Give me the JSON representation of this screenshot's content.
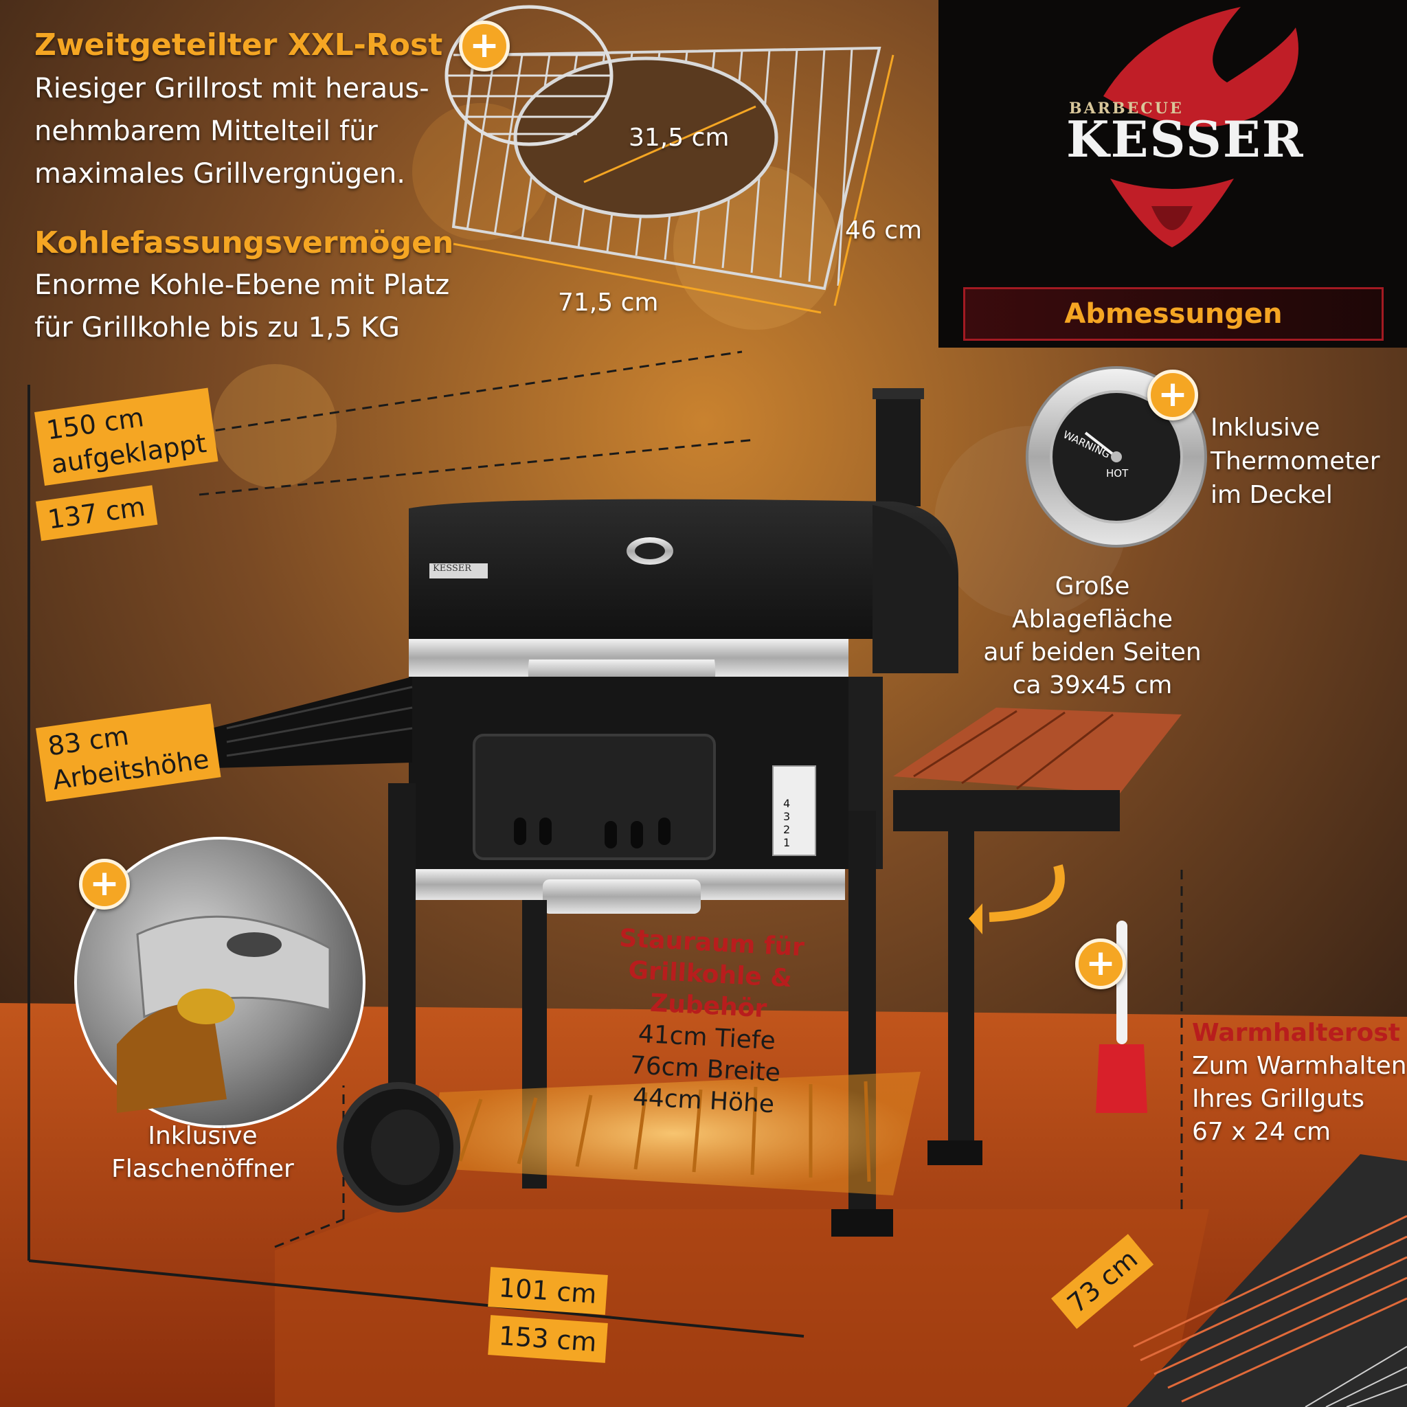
{
  "colors": {
    "accent": "#f5a623",
    "brand_red": "#a31a22",
    "text": "#ffffff"
  },
  "brand": {
    "small": "BARBECUE",
    "big": "KESSER"
  },
  "dimensions_label": "Abmessungen",
  "grate_section": {
    "heading": "Zweitgeteilter XXL-Rost",
    "lines": [
      "Riesiger Grillrost mit heraus-",
      "nehmbarem Mittelteil für",
      "maximales Grillvergnügen."
    ]
  },
  "coal_section": {
    "heading": "Kohlefassungsvermögen",
    "lines": [
      "Enorme Kohle-Ebene mit Platz",
      "für Grillkohle bis zu 1,5 KG"
    ]
  },
  "grate_dims": {
    "center": "31,5 cm",
    "depth": "46 cm",
    "width": "71,5 cm"
  },
  "height_tags": {
    "open_value": "150 cm",
    "open_label": "aufgeklappt",
    "closed": "137 cm",
    "work_value": "83 cm",
    "work_label": "Arbeitshöhe"
  },
  "thermometer": {
    "lines": [
      "Inklusive",
      "Thermometer",
      "im Deckel"
    ],
    "dial_top": "WARNING",
    "dial_bottom": "HOT"
  },
  "shelf": {
    "lines": [
      "Große",
      "Ablagefläche",
      "auf beiden Seiten",
      "ca 39x45 cm"
    ]
  },
  "opener": {
    "lines": [
      "Inklusive",
      "Flaschenöffner"
    ]
  },
  "storage": {
    "title_lines": [
      "Stauraum für",
      "Grillkohle & Zubehör"
    ],
    "specs": [
      "41cm Tiefe",
      "76cm Breite",
      "44cm Höhe"
    ]
  },
  "warming_rack": {
    "title": "Warmhalterost",
    "lines": [
      "Zum Warmhalten",
      "Ihres Grillguts",
      "67 x 24 cm"
    ]
  },
  "base_dims": {
    "inner": "101 cm",
    "outer": "153 cm",
    "depth": "73 cm"
  },
  "grill_label": "KESSER",
  "vent_numbers": [
    "4",
    "3",
    "2",
    "1"
  ]
}
